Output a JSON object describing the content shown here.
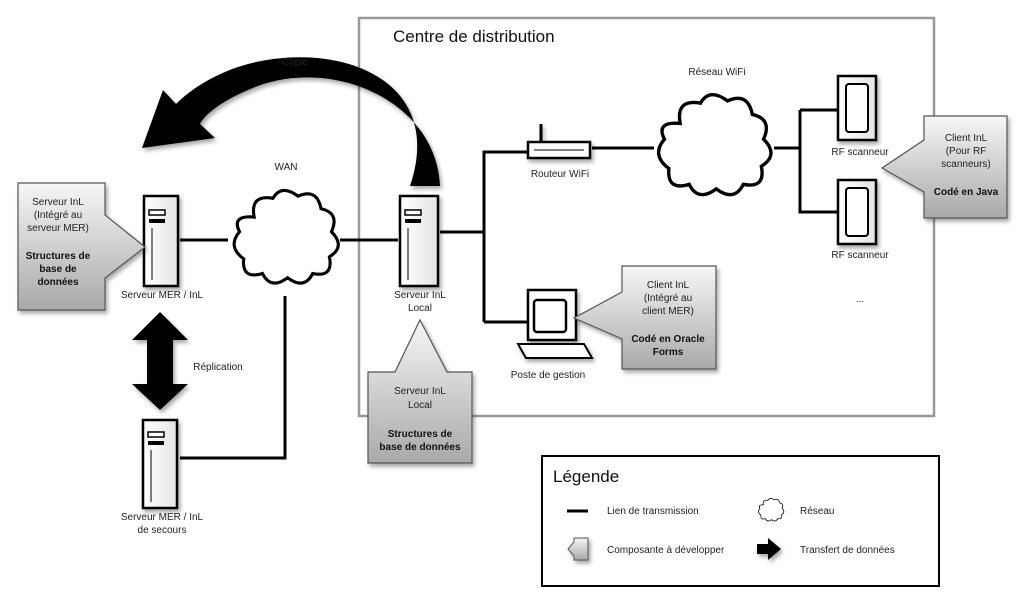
{
  "distribution_center": {
    "title": "Centre de distribution"
  },
  "labels": {
    "copy": "Copie",
    "wan": "WAN",
    "wifi_network": "Réseau WiFi",
    "replication": "Réplication",
    "wifi_router": "Routeur WiFi",
    "rf_scanner_1": "RF scanneur",
    "rf_scanner_2": "RF scanneur",
    "ellipsis": "...",
    "server_mer": "Serveur MER / InL",
    "server_local_1": "Serveur InL",
    "server_local_2": "Local",
    "backup_1": "Serveur MER / InL",
    "backup_2": "de secours",
    "workstation": "Poste de gestion"
  },
  "callouts": {
    "mer": {
      "lines": [
        "Serveur InL",
        "(Intégré au",
        "serveur MER)"
      ],
      "bold": [
        "Structures de",
        "base de",
        "données"
      ]
    },
    "local": {
      "lines": [
        "Serveur InL",
        "Local"
      ],
      "bold": [
        "Structures de",
        "base de données"
      ]
    },
    "client_mer": {
      "lines": [
        "Client InL",
        "(Intégré au",
        "client MER)"
      ],
      "bold": [
        "Codé en Oracle",
        "Forms"
      ]
    },
    "client_rf": {
      "lines": [
        "Client InL",
        "(Pour RF",
        "scanneurs)"
      ],
      "bold": [
        "Codé en Java"
      ]
    }
  },
  "legend": {
    "title": "Légende",
    "items": {
      "link": "Lien de transmission",
      "network": "Réseau",
      "component": "Composante à développer",
      "transfer": "Transfert de données"
    }
  }
}
